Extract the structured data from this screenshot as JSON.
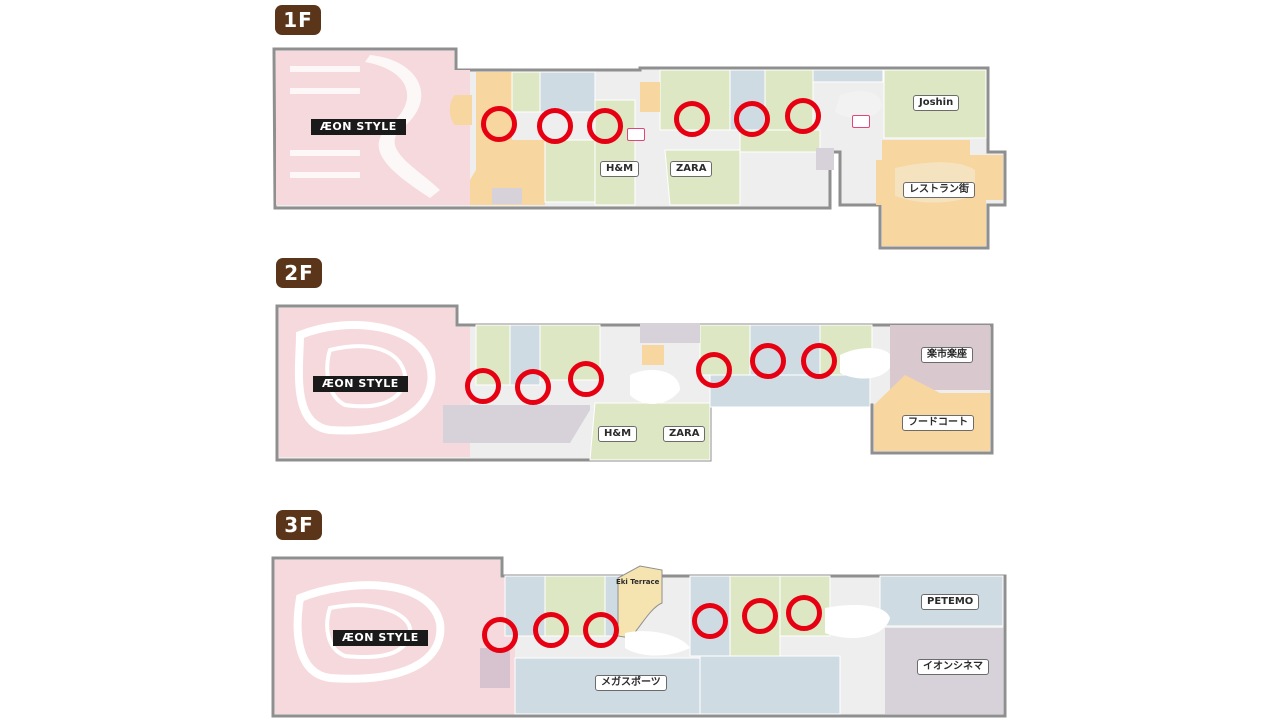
{
  "colors": {
    "anchor_pink": "#f6d9dc",
    "fashion_green": "#dde7c4",
    "service_blue": "#cfdbe3",
    "food_orange": "#f7d6a0",
    "mall_gray": "#d7d1da",
    "outline": "#8f8f8f",
    "marker_red": "#e60012",
    "badge_brown": "#5a3519"
  },
  "floors": [
    {
      "badge": "1F",
      "anchor": "ÆON STYLE",
      "labels": {
        "hm": "H&M",
        "zara": "ZARA",
        "joshin": "Joshin",
        "restaurant": "レストラン街"
      }
    },
    {
      "badge": "2F",
      "anchor": "ÆON STYLE",
      "labels": {
        "hm": "H&M",
        "zara": "ZARA",
        "rakuichi": "楽市楽座",
        "foodcourt": "フードコート"
      }
    },
    {
      "badge": "3F",
      "anchor": "ÆON STYLE",
      "labels": {
        "terrace": "Eki Terrace",
        "petemo": "PETEMO",
        "megasports": "メガスポーツ",
        "cinema": "イオンシネマ"
      }
    }
  ]
}
